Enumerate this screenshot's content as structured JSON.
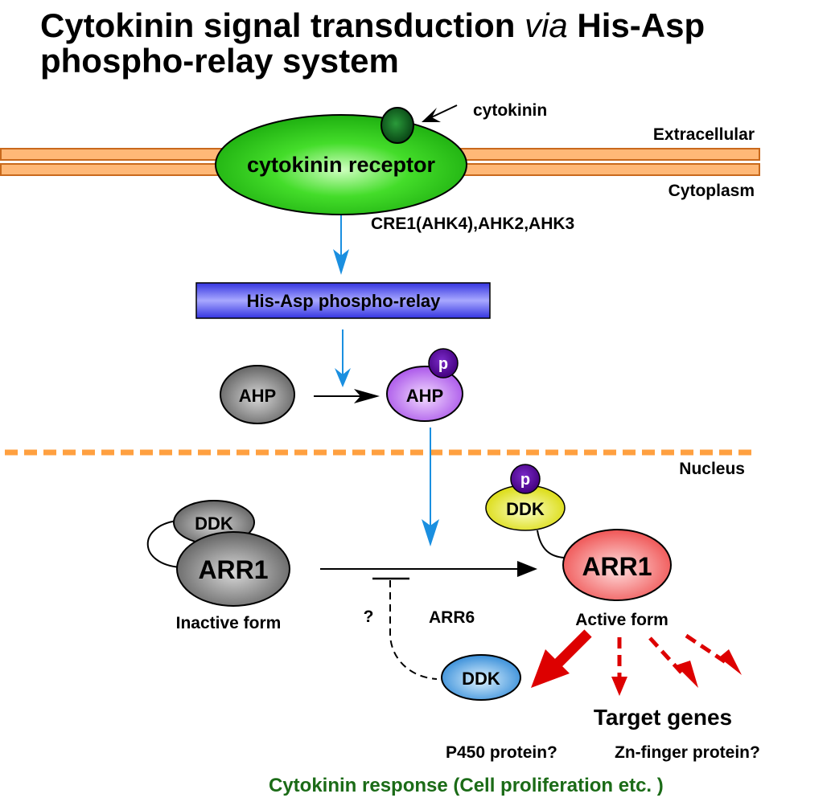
{
  "title": {
    "line1_part1": "Cytokinin signal transduction ",
    "line1_italic": "via",
    "line1_part2": " His-Asp",
    "line2": "phospho-relay system"
  },
  "labels": {
    "cytokinin": "cytokinin",
    "extracellular": "Extracellular",
    "cytoplasm": "Cytoplasm",
    "receptor_names": "CRE1(AHK4),AHK2,AHK3",
    "nucleus": "Nucleus",
    "inactive_form": "Inactive form",
    "active_form": "Active form",
    "question": "?",
    "arr6": "ARR6",
    "target_genes": "Target genes",
    "p450": "P450 protein?",
    "zn_finger": "Zn-finger protein?",
    "response": "Cytokinin response (Cell proliferation etc. )"
  },
  "nodes": {
    "receptor": "cytokinin receptor",
    "relay_box": "His-Asp phospho-relay",
    "ahp_inactive": "AHP",
    "ahp_active": "AHP",
    "phospho": "p",
    "ddk_inactive": "DDK",
    "arr1_inactive": "ARR1",
    "ddk_active": "DDK",
    "arr1_active": "ARR1",
    "ddk_free": "DDK"
  },
  "colors": {
    "membrane_fill": "#ffb877",
    "membrane_stroke": "#c9691c",
    "nucleus_border": "#ffa040",
    "receptor": "#2ecc1e",
    "ligand": "#0b5a1c",
    "relay_box": "#4646ee",
    "ahp_active": "#b060f0",
    "phospho": "#5a0aa0",
    "inactive_gray": "#7a7a7a",
    "ddk_active": "#e0e020",
    "arr1_active": "#f36060",
    "ddk_free": "#3a96dc",
    "signal_arrow": "#1a8fe0",
    "output_arrow": "#dd0000",
    "response_text": "#1b6b17"
  }
}
